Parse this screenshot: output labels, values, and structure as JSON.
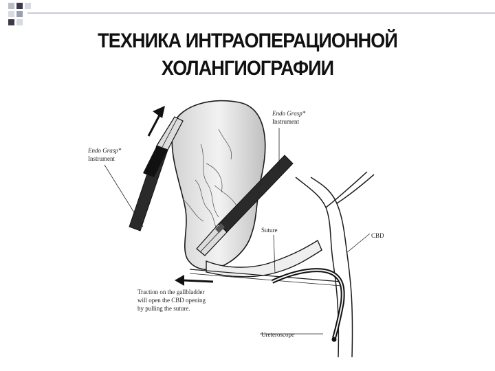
{
  "slide": {
    "title_line1": "ТЕХНИКА ИНТРАОПЕРАЦИОННОЙ",
    "title_line2": "ХОЛАНГИОГРАФИИ"
  },
  "diagram": {
    "labels": {
      "grasp_left_line1": "Endo Grasp*",
      "grasp_left_line2": "Instrument",
      "grasp_right_line1": "Endo Grasp*",
      "grasp_right_line2": "Instrument",
      "suture": "Suture",
      "cbd": "CBD",
      "traction_line1": "Traction on the gallbladder",
      "traction_line2": "will open the CBD opening",
      "traction_line3": "by pulling the suture.",
      "ureteroscope": "Ureteroscope"
    }
  },
  "colors": {
    "decor_dark": "#3a3a4a",
    "decor_light": "#c8ccd4",
    "ink": "#1a1a1a"
  }
}
